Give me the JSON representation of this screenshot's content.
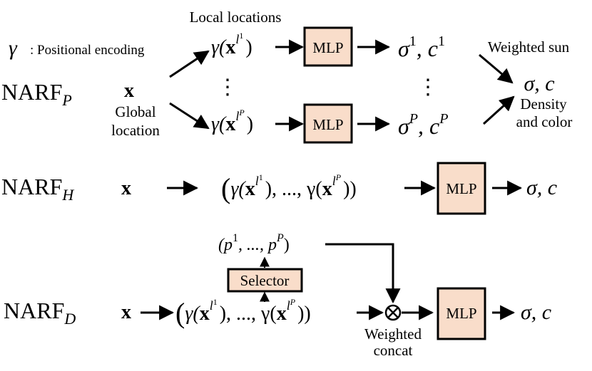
{
  "colors": {
    "box_fill": "#f9ddca",
    "stroke": "#000000",
    "text": "#000000"
  },
  "legend": {
    "gamma_symbol": "γ",
    "gamma_desc": ": Positional encoding"
  },
  "annotations": {
    "local_locations": "Local locations",
    "global_location_line1": "Global",
    "global_location_line2": "location",
    "weighted_sum": "Weighted sun",
    "density_line1": "Density",
    "density_line2": "and color",
    "weighted_concat_line1": "Weighted",
    "weighted_concat_line2": "concat",
    "vdots": "⋮"
  },
  "rows": {
    "p": {
      "name": "NARF",
      "sub": "P",
      "input": "x",
      "enc_top": {
        "pre": "γ(",
        "x": "x",
        "sup": "l",
        "supsup": "1",
        "post": ")"
      },
      "enc_bottom": {
        "pre": "γ(",
        "x": "x",
        "sup": "l",
        "supsup": "P",
        "post": ")"
      },
      "mlp": "MLP",
      "out_top": {
        "sigma": "σ",
        "sig_sup": "1",
        "sep": ", c",
        "c_sup": "1"
      },
      "out_bottom": {
        "sigma": "σ",
        "sig_sup": "P",
        "sep": ", c",
        "c_sup": "P"
      },
      "final": "σ, c"
    },
    "h": {
      "name": "NARF",
      "sub": "H",
      "input": "x",
      "enc_open": "(",
      "enc_mid": "γ(",
      "x": "x",
      "sup": "l",
      "supsup1": "1",
      "supsupP": "P",
      "mid": "), ..., γ(",
      "enc_close": "))",
      "mlp": "MLP",
      "final": "σ, c"
    },
    "d": {
      "name": "NARF",
      "sub": "D",
      "input": "x",
      "probs": {
        "open": "(p",
        "sup1": "1",
        "mid": ", ..., p",
        "supP": "P",
        "close": ")"
      },
      "selector": "Selector",
      "enc_open": "(",
      "enc_mid": "γ(",
      "x": "x",
      "sup": "l",
      "supsup1": "1",
      "supsupP": "P",
      "mid": "), ..., γ(",
      "enc_close": "))",
      "otimes": "⊗",
      "mlp": "MLP",
      "final": "σ, c"
    }
  }
}
